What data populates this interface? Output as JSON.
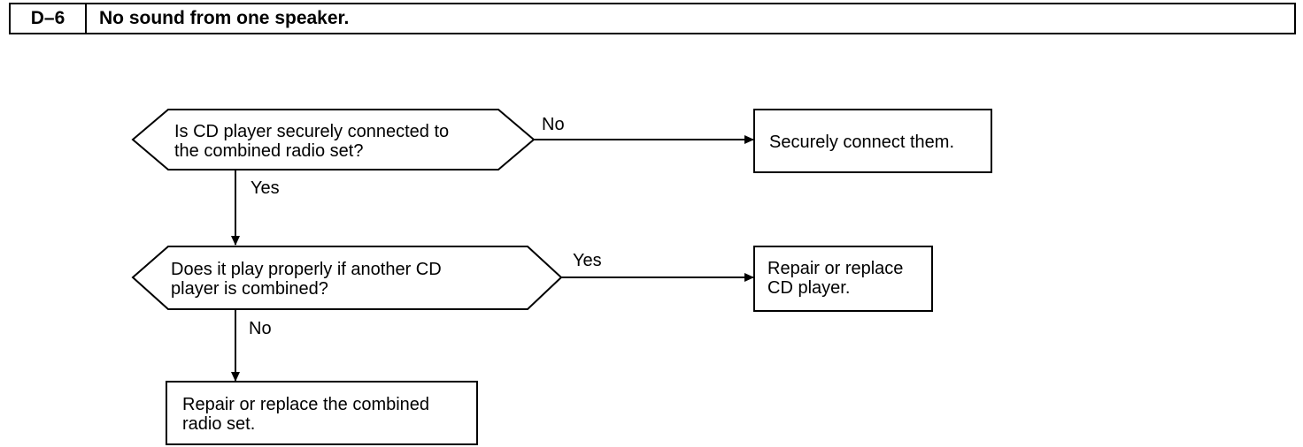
{
  "header": {
    "code": "D–6",
    "title": "No sound from one speaker."
  },
  "flowchart": {
    "decision1": {
      "line1": "Is CD player securely connected to",
      "line2": "the combined radio set?"
    },
    "action1": {
      "line1": "Securely connect them."
    },
    "decision2": {
      "line1": "Does it play properly if another CD",
      "line2": "player is combined?"
    },
    "action2": {
      "line1": "Repair or replace",
      "line2": "CD player."
    },
    "action3": {
      "line1": "Repair or replace the combined",
      "line2": "radio set."
    },
    "edges": {
      "d1_no": "No",
      "d1_yes": "Yes",
      "d2_yes": "Yes",
      "d2_no": "No"
    }
  }
}
